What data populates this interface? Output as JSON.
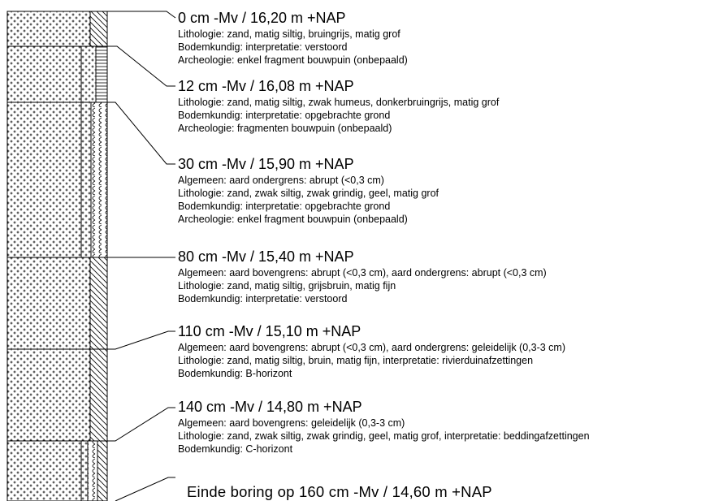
{
  "layers": [
    {
      "header": "0 cm -Mv / 16,20 m +NAP",
      "lines": [
        "Lithologie: zand, matig siltig, bruingrijs, matig grof",
        "Bodemkundig: interpretatie: verstoord",
        "Archeologie: enkel fragment bouwpuin (onbepaald)"
      ]
    },
    {
      "header": "12 cm -Mv / 16,08 m +NAP",
      "lines": [
        "Lithologie: zand, matig siltig, zwak humeus, donkerbruingrijs, matig grof",
        "Bodemkundig: interpretatie: opgebrachte grond",
        "Archeologie: fragmenten bouwpuin (onbepaald)"
      ]
    },
    {
      "header": "30 cm -Mv / 15,90 m +NAP",
      "lines": [
        "Algemeen: aard ondergrens: abrupt (<0,3 cm)",
        "Lithologie: zand, zwak siltig, zwak grindig, geel, matig grof",
        "Bodemkundig: interpretatie: opgebrachte grond",
        "Archeologie: enkel fragment bouwpuin (onbepaald)"
      ]
    },
    {
      "header": "80 cm -Mv / 15,40 m +NAP",
      "lines": [
        "Algemeen: aard bovengrens: abrupt (<0,3 cm), aard ondergrens: abrupt (<0,3 cm)",
        "Lithologie: zand, matig siltig, grijsbruin, matig fijn",
        "Bodemkundig: interpretatie: verstoord"
      ]
    },
    {
      "header": "110 cm -Mv / 15,10 m +NAP",
      "lines": [
        "Algemeen: aard bovengrens: abrupt (<0,3 cm), aard ondergrens: geleidelijk (0,3-3 cm)",
        "Lithologie: zand, matig siltig, bruin, matig fijn, interpretatie: rivierduinafzettingen",
        "Bodemkundig: B-horizont"
      ]
    },
    {
      "header": "140 cm -Mv / 14,80 m +NAP",
      "lines": [
        "Algemeen: aard bovengrens: geleidelijk (0,3-3 cm)",
        "Lithologie: zand, zwak siltig, zwak grindig, geel, matig grof, interpretatie: beddingafzettingen",
        "Bodemkundig: C-horizont"
      ]
    }
  ],
  "end_label": "Einde boring op 160 cm -Mv / 14,60 m +NAP"
}
